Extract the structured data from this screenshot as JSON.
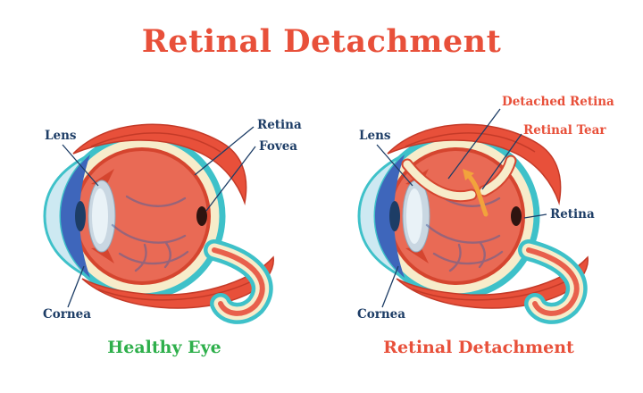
{
  "title": "Retinal Detachment",
  "panels": {
    "left": {
      "caption": "Healthy Eye",
      "labels": {
        "lens": "Lens",
        "retina": "Retina",
        "fovea": "Fovea",
        "cornea": "Cornea"
      }
    },
    "right": {
      "caption": "Retinal Detachment",
      "labels": {
        "lens": "Lens",
        "detached_retina": "Detached Retina",
        "retinal_tear": "Retinal Tear",
        "retina": "Retina",
        "cornea": "Cornea"
      }
    }
  },
  "colors": {
    "title": "#e8503a",
    "caption_healthy": "#2eaf4b",
    "caption_detached": "#e8503a",
    "label_text": "#1d3d66",
    "warning_text": "#e8503a",
    "eye_outline": "#3ec1c9",
    "sclera": "#f7ecca",
    "interior": "#e96a55",
    "muscle": "#e8503a",
    "tear_arrow": "#f2a33c"
  }
}
